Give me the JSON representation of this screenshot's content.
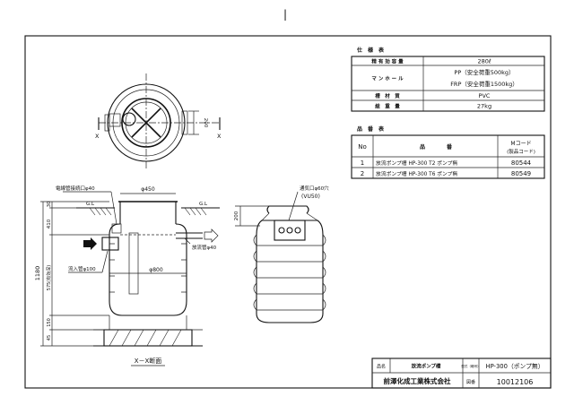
{
  "page_mark": "|",
  "specs": {
    "title": "仕　様　表",
    "rows": [
      {
        "label": "精 有 効 容 量",
        "value": "280ℓ"
      },
      {
        "label": "マ ン ホ ー ル",
        "value": "PP（安全荷重500kg）",
        "value2": "FRP（安全荷重1500kg）"
      },
      {
        "label": "槽　材　質",
        "value": "PVC"
      },
      {
        "label": "総　重　量",
        "value": "27kg"
      }
    ]
  },
  "parts": {
    "title": "品　番　表",
    "headers": {
      "no": "No",
      "name": "品　　　　番",
      "code_line1": "Mコード",
      "code_line2": "(製品コード)"
    },
    "rows": [
      {
        "no": "1",
        "name": "放流ポンプ槽 HP-300 T2 ポンプ無",
        "code": "80544"
      },
      {
        "no": "2",
        "name": "放流ポンプ槽 HP-300 T6 ポンプ無",
        "code": "80549"
      }
    ]
  },
  "title_block": {
    "name_label": "品名",
    "name_value": "放流ポンプ槽",
    "model_label": "型式（略号）",
    "model_value": "HP-300（ポンプ無）",
    "company": "前澤化成工業株式会社",
    "number_label": "図番",
    "number_value": "10012106"
  },
  "drawing": {
    "section_x_left": "X",
    "section_x_right": "X",
    "dim_200_top": "200",
    "dim_450": "φ450",
    "gl_left": "G.L",
    "gl_right": "G.L",
    "cable_inlet": "電線管接続口φ40",
    "vent": "通気口φ60穴",
    "vent_sub": "(VU50)",
    "dim_200_side": "200",
    "outlet": "放流管φ40",
    "inlet": "流入管φ100",
    "dim_800": "φ800",
    "dim_1180": "1180",
    "dim_30": "30",
    "dim_410": "410",
    "dim_575": "575(有効深)",
    "dim_150": "150",
    "dim_45": "45",
    "section_caption": "X－X断面"
  }
}
